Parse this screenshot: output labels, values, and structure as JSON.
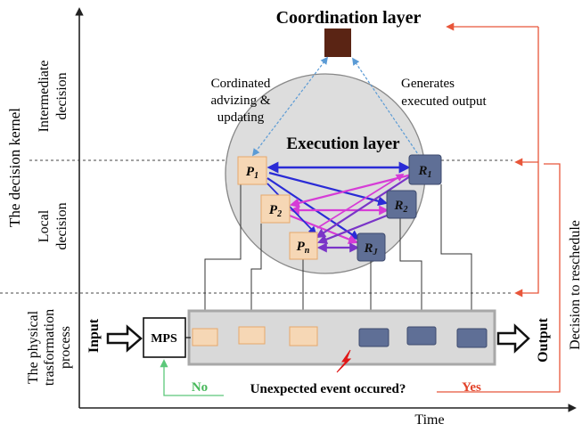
{
  "title": "Coordination layer",
  "execution_layer": "Execution layer",
  "left_note": [
    "Cordinated",
    "advizing &",
    "updating"
  ],
  "right_note": [
    "Generates",
    "executed output"
  ],
  "axis": {
    "y_main": "The decision kernel",
    "x_label": "Time"
  },
  "bands": {
    "intermediate": [
      "Intermediate",
      "decision"
    ],
    "local": [
      "Local",
      "decision"
    ],
    "physical": [
      "The physical",
      "trasformation",
      "process"
    ]
  },
  "nodes": {
    "p1": {
      "base": "P",
      "sub": "1"
    },
    "p2": {
      "base": "P",
      "sub": "2"
    },
    "pn": {
      "base": "P",
      "sub": "n"
    },
    "r1": {
      "base": "R",
      "sub": "1"
    },
    "r2": {
      "base": "R",
      "sub": "2"
    },
    "rj": {
      "base": "R",
      "sub": "J"
    }
  },
  "process": {
    "input": "Input",
    "output": "Output",
    "mps": "MPS",
    "question": "Unexpected event occured?",
    "no": "No",
    "yes": "Yes"
  },
  "side_label": "Decision to reschedule",
  "colors": {
    "coordination_box": "#5a2414",
    "p_fill": "#f6d7b5",
    "p_stroke": "#e6a86a",
    "r_fill": "#5f6f96",
    "r_stroke": "#3d4a6d",
    "circle_fill": "#dddddd",
    "process_fill": "#d9d9d9",
    "blue": "#2a2bd6",
    "magenta": "#d63cd6",
    "purple": "#7a34c8",
    "dashed_blue": "#5b9bd5",
    "red": "#e8563a",
    "green": "#5cc87a",
    "yes_red": "#e2432a",
    "no_green": "#47b85a",
    "lightning": "#e01818"
  }
}
